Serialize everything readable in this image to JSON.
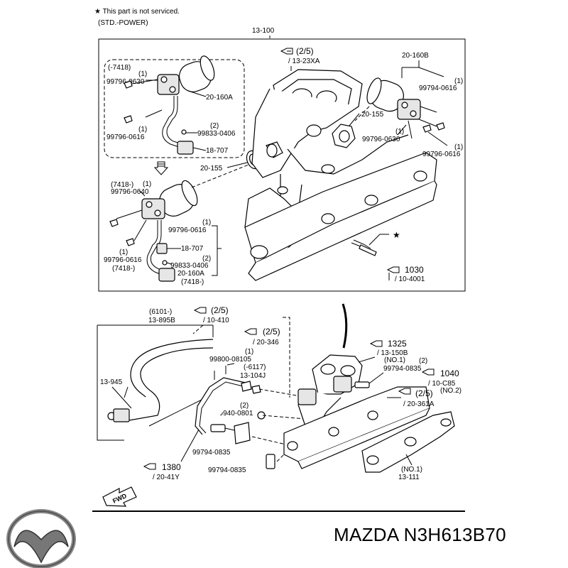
{
  "header": {
    "note": "★ This part is not serviced.",
    "variant": "(STD.-POWER)"
  },
  "top": {
    "main": "13-100",
    "ref_a1": "(2/5)",
    "ref_a2": "/ 13-23XA",
    "inset_code": "(-7418)",
    "l1a": "(1)",
    "l1b": "99796-0630",
    "l2": "20-160A",
    "l3a": "(1)",
    "l3b": "99796-0616",
    "l4a": "(2)",
    "l4b": "99833-0406",
    "l5": "18-707",
    "r1": "20-160B",
    "r2a": "(1)",
    "r2b": "99794-0616",
    "r3": "20-155",
    "r4a": "(1)",
    "r4b": "99796-0630",
    "r5a": "(1)",
    "r5b": "99796-0616",
    "gasket": "20-155",
    "b_code": "(7418-)",
    "b1a": "(1)",
    "b1b": "99796-0640",
    "b2a": "(1)",
    "b2b": "99796-0616",
    "b3": "18-707",
    "b4a": "(2)",
    "b4b": "99833-0406",
    "b5a": "(1)",
    "b5b": "99796-0616",
    "b5c": "(7418-)",
    "b6": "20-160A",
    "b7": "(7418-)",
    "star": "★",
    "ref_b1": "1030",
    "ref_b2": "/ 10-4001"
  },
  "bottom": {
    "i1": "(6101-)",
    "i2": "13-895B",
    "i3": "13-945",
    "p1a": "(2/5)",
    "p1b": "/ 10-410",
    "p2a": "(2/5)",
    "p2b": "/ 20-346",
    "c1a": "(1)",
    "c1b": "99800-08105",
    "c2a": "(-6117)",
    "c2b": "13-104J",
    "c3a": "(2)",
    "c3b": "99940-0801",
    "c4": "99794-0835",
    "c5": "99794-0835",
    "p3a": "1380",
    "p3b": "/ 20-41Y",
    "p4a": "1325",
    "p4b": "/ 13-150B",
    "d1a": "(NO.1)",
    "d2a": "(2)",
    "d2b": "99794-0835",
    "p5a": "1040",
    "p5b": "/ 10-C85",
    "p5c": "(NO.2)",
    "p6a": "(2/5)",
    "p6b": "/ 20-361A",
    "d3a": "(NO.1)",
    "d3b": "13-111",
    "fwd": "FWD"
  },
  "footer": {
    "brand": "MAZDA N3H613B70"
  }
}
